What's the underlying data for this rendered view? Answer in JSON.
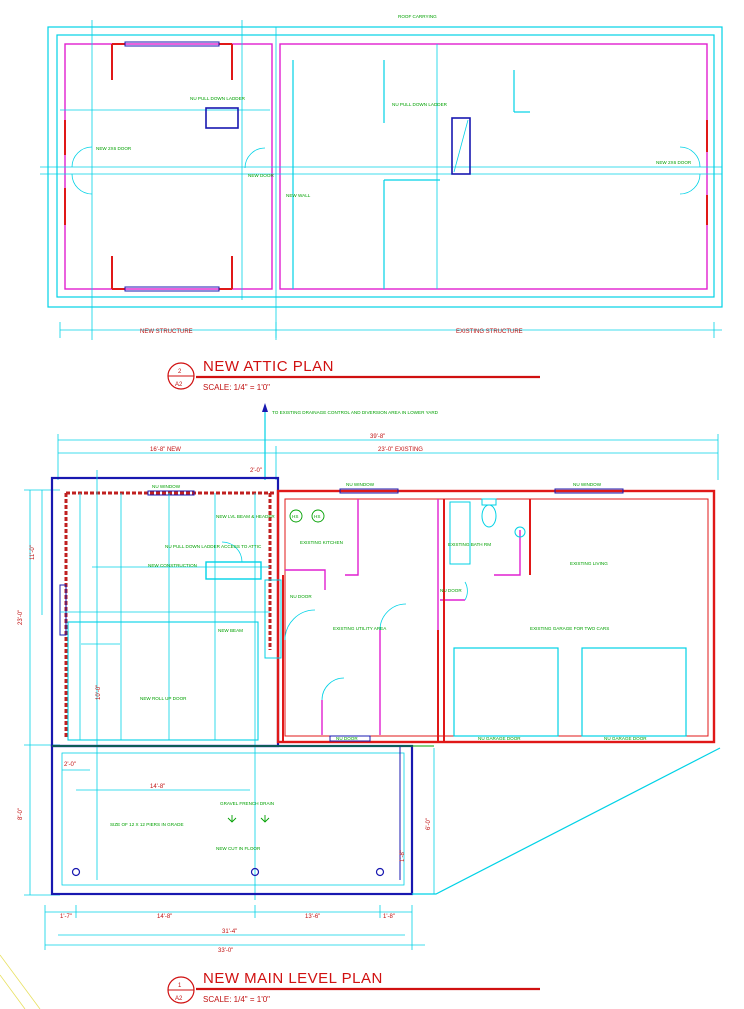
{
  "attic": {
    "title": "NEW ATTIC PLAN",
    "scale": "SCALE: 1/4\" = 1'0\"",
    "detail_number": "2",
    "sheet_number": "A2",
    "roof_note": "ROOF CARRYING",
    "notes": {
      "pull_down_ladder_new": "NU PULL DOWN LADDER",
      "pull_down_ladder_existing": "NU PULL DOWN LADDER",
      "door_left": "NEW 2X6 DOOR",
      "door_right": "NEW 2X6 DOOR",
      "door_small": "NEW DOOR",
      "wall": "NEW WALL"
    },
    "dims": {
      "new_structure": "NEW STRUCTURE",
      "existing_structure": "EXISTING STRUCTURE"
    }
  },
  "main": {
    "title": "NEW MAIN LEVEL PLAN",
    "scale": "SCALE: 1/4\" = 1'0\"",
    "detail_number": "1",
    "sheet_number": "A2",
    "top_note": "TO EXISTING DRAINAGE CONTROL AND DIVERSION AREA IN LOWER YARD",
    "dims": {
      "overall_top": "39'-8\"",
      "new_top": "16'-8\" NEW",
      "existing_top": "23'-0\" EXISTING",
      "small_top": "2'-0\"",
      "left_vertical_1": "11'-0\"",
      "left_vertical_2": "23'-0\"",
      "left_vertical_3": "8'-0\"",
      "deck_vertical": "10'-0\"",
      "right_vertical": "6'-0\"",
      "small_right": "1'-8\"",
      "bottom_1": "1'-7\"",
      "bottom_2": "14'-8\"",
      "bottom_3": "13'-6\"",
      "bottom_4": "1'-8\"",
      "bottom_mid": "31'-4\"",
      "bottom_overall": "33'-0\"",
      "deck_width": "14'-8\"",
      "deck_small": "2'-0\""
    },
    "notes": {
      "window_new": "NU WINDOW",
      "window_existing_1": "NU WINDOW",
      "window_existing_2": "NU WINDOW",
      "new_construction": "NEW CONSTRUCTION",
      "ladder": "NU PULL DOWN LADDER ACCESS TO ATTIC",
      "header": "NEW LVL BEAM & HEADER",
      "door_new": "NEW ROLL UP DOOR",
      "deck_note": "SIZE OF 12 X 12 PIERS IN GRADE",
      "drain": "GRAVEL FRENCH DRAIN",
      "existing_bath": "EXISTING BATH RM",
      "existing_kitchen": "EXISTING KITCHEN",
      "existing_utility": "EXISTING UTILITY AREA",
      "existing_living": "EXISTING LIVING",
      "existing_garage": "EXISTING GARAGE FOR TWO CARS",
      "door_closet": "NU DOOR",
      "garage_door_1": "NU GARAGE DOOR",
      "garage_door_2": "NU GARAGE DOOR",
      "door_small_1": "NU DOOR",
      "door_small_2": "NU DOOR",
      "beam_note": "NEW BEAM",
      "cut_note": "NEW CUT IN FLOOR",
      "hs1": "HS",
      "hs2": "HS"
    }
  }
}
